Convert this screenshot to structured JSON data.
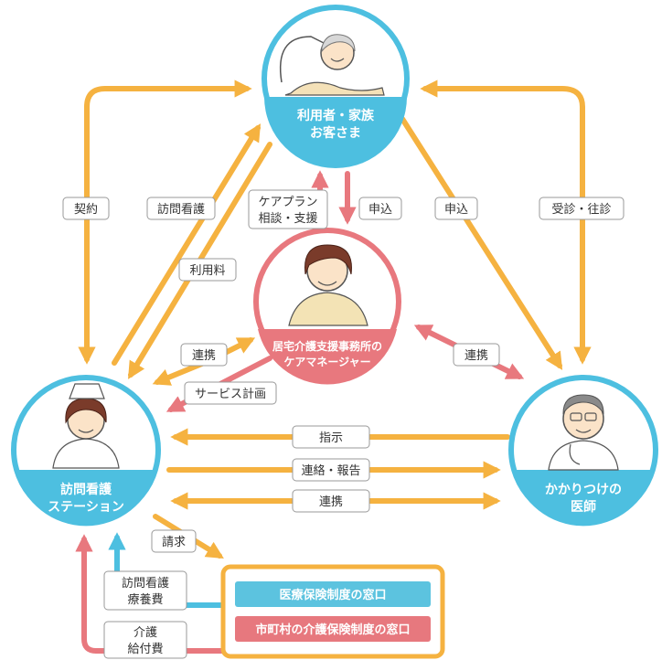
{
  "colors": {
    "blue": "#4dbfe0",
    "pink": "#e8787e",
    "orange": "#f5b240",
    "blue_box": "#5cc3df",
    "pink_box": "#e7787e"
  },
  "nodes": {
    "user": {
      "line1": "利用者・家族",
      "line2": "お客さま"
    },
    "care_manager": {
      "line1": "居宅介護支援事務所の",
      "line2": "ケアマネージャー"
    },
    "nursing_station": {
      "line1": "訪問看護",
      "line2": "ステーション"
    },
    "doctor": {
      "line1": "かかりつけの",
      "line2": "医師"
    }
  },
  "labels": {
    "contract": "契約",
    "visit_nursing": "訪問看護",
    "usage_fee": "利用料",
    "careplan_1": "ケアプラン",
    "careplan_2": "相談・支援",
    "apply_cm": "申込",
    "apply_doc": "申込",
    "consult": "受診・往診",
    "coop_cm_station": "連携",
    "service_plan": "サービス計画",
    "coop_cm_doc": "連携",
    "instruction": "指示",
    "contact_report": "連絡・報告",
    "coop_station_doc": "連携",
    "billing": "請求",
    "nursing_fee_1": "訪問看護",
    "nursing_fee_2": "療養費",
    "care_benefit_1": "介護",
    "care_benefit_2": "給付費"
  },
  "payers": {
    "medical": "医療保険制度の窓口",
    "municipal": "市町村の介護保険制度の窓口"
  }
}
